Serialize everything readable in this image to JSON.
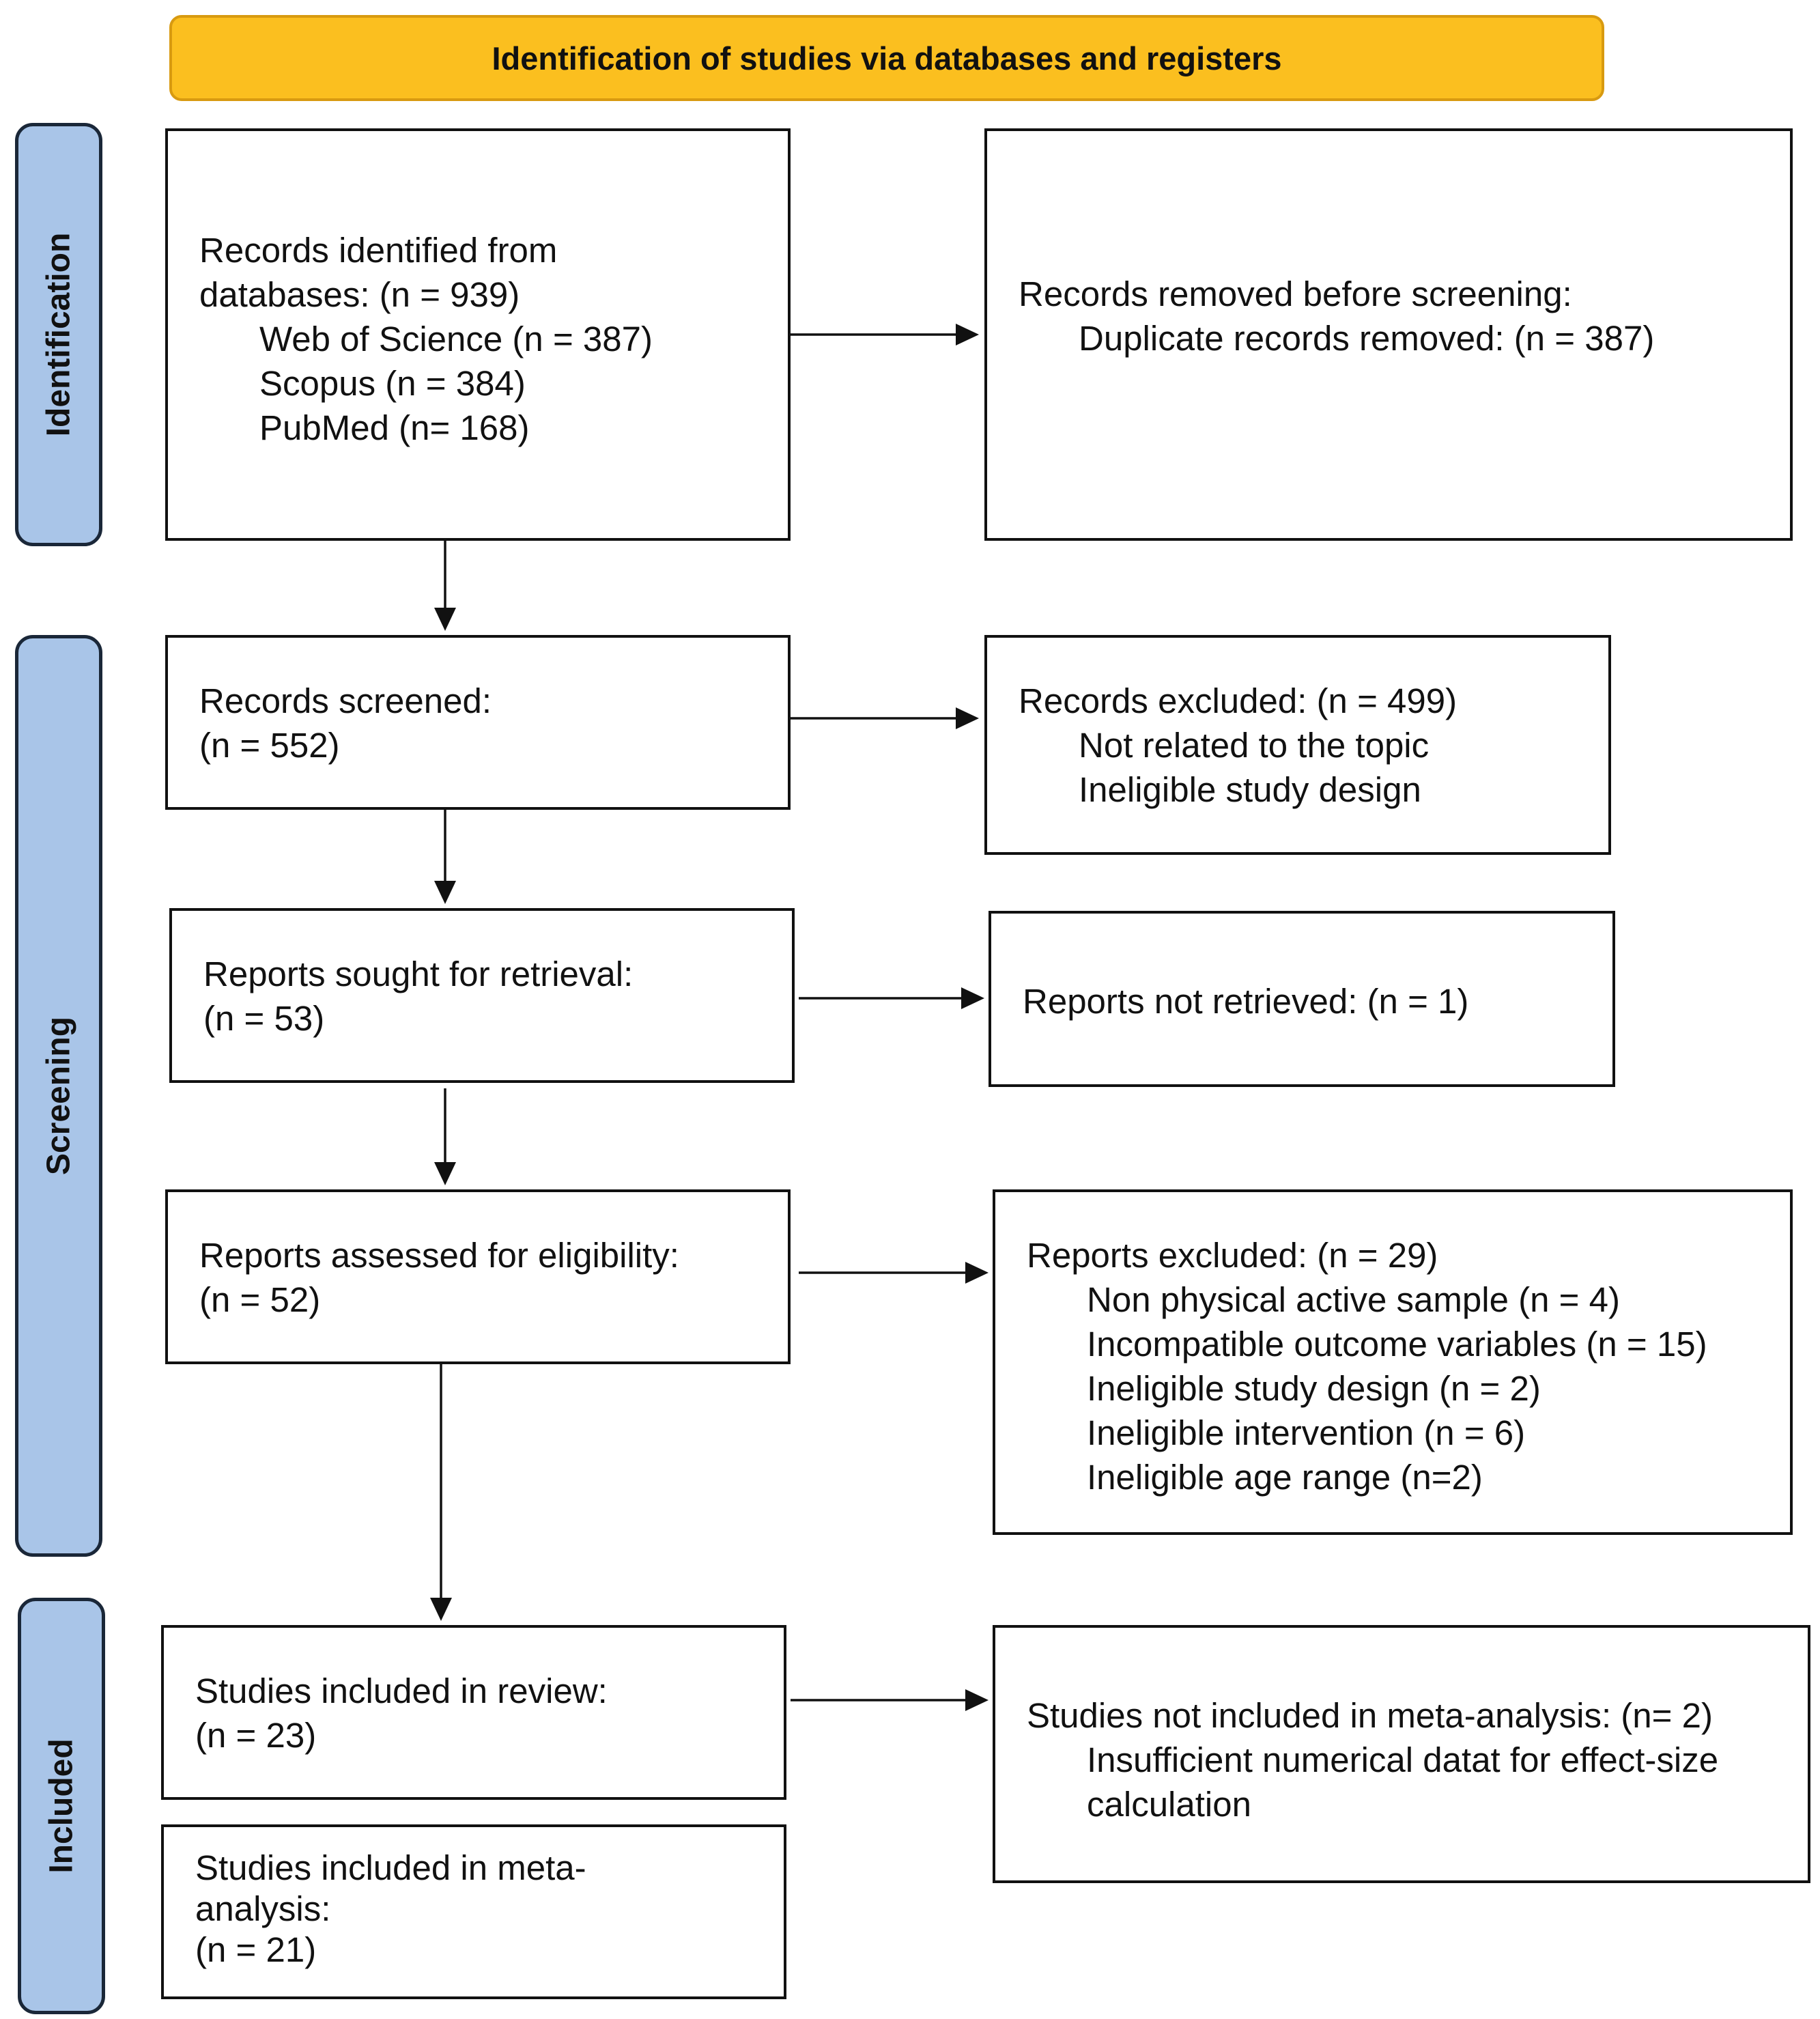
{
  "banner": {
    "title": "Identification of studies via databases and registers"
  },
  "stages": {
    "identification": "Identification",
    "screening": "Screening",
    "included": "Included"
  },
  "boxes": {
    "records_identified": {
      "lines": [
        "Records identified from",
        "databases: (n = 939)"
      ],
      "sub": [
        "Web of Science (n = 387)",
        "Scopus (n = 384)",
        "PubMed (n= 168)"
      ]
    },
    "records_removed": {
      "lines": [
        "Records removed before screening:"
      ],
      "sub": [
        "Duplicate records removed: (n = 387)"
      ]
    },
    "records_screened": {
      "lines": [
        "Records screened:",
        "(n = 552)"
      ]
    },
    "records_excluded": {
      "lines": [
        "Records excluded: (n = 499)"
      ],
      "sub": [
        "Not related to the topic",
        "Ineligible study design"
      ]
    },
    "reports_sought": {
      "lines": [
        "Reports sought for retrieval:",
        "(n = 53)"
      ]
    },
    "reports_not_retrieved": {
      "lines": [
        "Reports not retrieved: (n = 1)"
      ]
    },
    "reports_assessed": {
      "lines": [
        "Reports assessed for eligibility:",
        "(n = 52)"
      ]
    },
    "reports_excluded": {
      "lines": [
        "Reports excluded: (n = 29)"
      ],
      "sub": [
        "Non physical active sample (n = 4)",
        "Incompatible outcome variables (n = 15)",
        "Ineligible study design (n = 2)",
        "Ineligible intervention (n = 6)",
        "Ineligible age range (n=2)"
      ]
    },
    "studies_review": {
      "lines": [
        "Studies included in review:",
        "(n = 23)"
      ]
    },
    "studies_not_meta": {
      "lines": [
        "Studies not included in meta-analysis: (n= 2)"
      ],
      "sub": [
        "Insufficient numerical datat for effect-size",
        "calculation"
      ]
    },
    "studies_meta": {
      "lines": [
        "Studies included in meta-",
        "analysis:",
        "(n = 21)"
      ]
    }
  },
  "colors": {
    "banner_fill": "#fbbf1f",
    "stage_fill": "#a9c5e8",
    "line": "#111111"
  }
}
